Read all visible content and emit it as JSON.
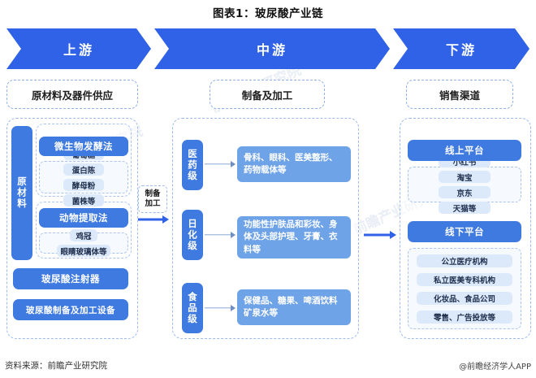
{
  "title": "图表1：玻尿酸产业链",
  "chain": {
    "stages": [
      {
        "key": "upstream",
        "label": "上游",
        "header": "原材料及器件供应"
      },
      {
        "key": "midstream",
        "label": "中游",
        "header": "制备及加工"
      },
      {
        "key": "downstream",
        "label": "下游",
        "header": "销售渠道"
      }
    ]
  },
  "upstream": {
    "side_label": "原材料",
    "groups": [
      {
        "title": "微生物发酵法",
        "items": [
          "葡萄糖",
          "蛋白陈",
          "酵母粉",
          "菌株等"
        ]
      },
      {
        "title": "动物提取法",
        "items": [
          "鸡冠",
          "眼睛玻璃体等"
        ]
      }
    ],
    "equipment": [
      "玻尿酸注射器",
      "玻尿酸制备及加工设备"
    ]
  },
  "connector_left": {
    "label": "制备\n加工",
    "line1": "制备",
    "line2": "加工"
  },
  "midstream": {
    "rows": [
      {
        "grade": "医药级",
        "detail": "骨科、眼科、医美整形、药物载体等"
      },
      {
        "grade": "日化级",
        "detail": "功能性护肤品和彩妆、身体及头部护理、牙膏、衣料等"
      },
      {
        "grade": "食品级",
        "detail": "保健品、糖果、啤酒饮料矿泉水等"
      }
    ]
  },
  "downstream": {
    "channels": [
      {
        "title": "线上平台",
        "items": [
          "小红书",
          "淘宝",
          "京东",
          "天猫等"
        ]
      },
      {
        "title": "线下平台",
        "items": [
          "公立医疗机构",
          "私立医美专科机构",
          "化妆品、食品公司",
          "零售、广告投放等"
        ]
      }
    ]
  },
  "footer": {
    "source": "资料来源：前瞻产业研究院",
    "credit": "@前瞻经济学人APP"
  },
  "watermarks": [
    "前瞻产业研究院",
    "前瞻产业研究院",
    "前瞻产业研究院",
    "前瞻产业研究院"
  ],
  "colors": {
    "chevron": "#2f62e6",
    "box": "#3f7ae0",
    "detail_box": "#6fa3e8",
    "chip": "#dce9fb",
    "dashed_border": "#9dbaee"
  }
}
